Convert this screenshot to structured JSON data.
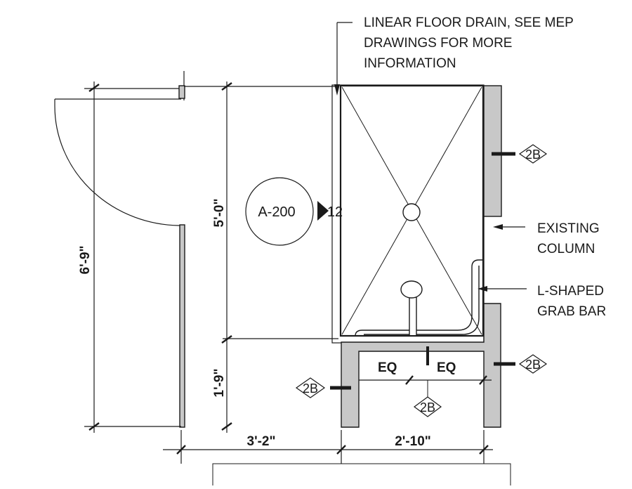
{
  "notes": {
    "floor_drain": [
      "LINEAR FLOOR DRAIN, SEE MEP",
      "DRAWINGS FOR MORE",
      "INFORMATION"
    ],
    "existing_column": [
      "EXISTING",
      "COLUMN"
    ],
    "grab_bar": [
      "L-SHAPED",
      "GRAB BAR"
    ]
  },
  "dimensions": {
    "overall_height": "6'-9\"",
    "shower_length": "5'-0\"",
    "lower_bay": "1'-9\"",
    "left_width": "3'-2\"",
    "right_width": "2'-10\"",
    "eq_left": "EQ",
    "eq_right": "EQ"
  },
  "section_callout": {
    "sheet": "A-200",
    "detail": "12"
  },
  "wall_tags": [
    "2B",
    "2B",
    "2B",
    "2B"
  ],
  "colors": {
    "line": "#1a1a1a",
    "wall_fill": "#c8c8c8"
  }
}
